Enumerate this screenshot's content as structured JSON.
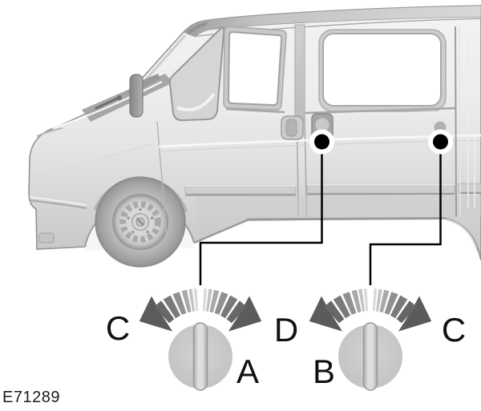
{
  "figure": {
    "code": "E71289",
    "subject": "van side view with two door-lock rotary dials"
  },
  "labels": {
    "left_dial_left": "C",
    "left_dial_bottom_right": "A",
    "right_dial_left": "D",
    "right_dial_bottom_left": "B",
    "right_dial_right": "C"
  },
  "icons": {
    "rotation_arrows": "rotation-arrows-icon",
    "callout_marker": "callout-dot-icon"
  },
  "colors": {
    "callout_line": "#000000",
    "label_text": "#111111",
    "arrow_dark": "#5b5b5b",
    "knob_fill": "#c9c9c9",
    "glass": "#ffffff"
  }
}
